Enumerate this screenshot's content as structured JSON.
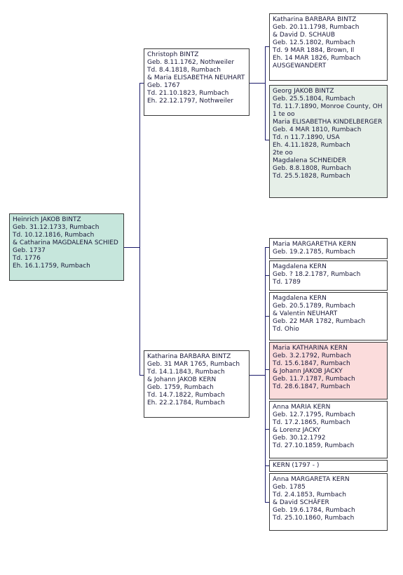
{
  "root": {
    "lines": [
      "Heinrich JAKOB BINTZ",
      "Geb. 31.12.1733, Rumbach",
      "Td. 10.12.1816, Rumbach",
      "& Catharina MAGDALENA SCHIED",
      "Geb. 1737",
      "Td. 1776",
      "Eh. 16.1.1759, Rumbach"
    ]
  },
  "children": [
    {
      "lines": [
        "Christoph BINTZ",
        "Geb. 8.11.1762, Nothweiler",
        "Td. 8.4.1818, Rumbach",
        "& Maria ELISABETHA NEUHART",
        "Geb. 1767",
        "Td. 21.10.1823, Rumbach",
        "Eh. 22.12.1797, Nothweiler"
      ]
    },
    {
      "lines": [
        "Katharina BARBARA BINTZ",
        "Geb. 31 MAR 1765, Rumbach",
        "Td. 14.1.1843, Rumbach",
        "& Johann JAKOB KERN",
        "Geb. 1759, Rumbach",
        "Td. 14.7.1822, Rumbach",
        "Eh. 22.2.1784, Rumbach"
      ]
    }
  ],
  "grandchildren_a": [
    {
      "lines": [
        "Katharina BARBARA BINTZ",
        "Geb. 20.11.1798, Rumbach",
        "& David D. SCHAUB",
        "Geb. 12.5.1802, Rumbach",
        "Td. 9 MAR 1884, Brown, Il",
        "Eh. 14 MAR 1826, Rumbach",
        "AUSGEWANDERT"
      ]
    },
    {
      "lines": [
        "Georg JAKOB BINTZ",
        "Geb. 25.5.1804, Rumbach",
        "Td. 11.7.1890, Monroe County, OH",
        "1 te oo",
        "Maria ELISABETHA KINDELBERGER",
        "Geb. 4 MAR 1810, Rumbach",
        "Td. n 11.7.1890, USA",
        "Eh. 4.11.1828, Rumbach",
        "2te oo",
        "Magdalena SCHNEIDER",
        "Geb. 8.8.1808, Rumbach",
        "Td. 25.5.1828, Rumbach"
      ]
    }
  ],
  "grandchildren_b": [
    {
      "lines": [
        "Maria MARGARETHA KERN",
        "Geb. 19.2.1785, Rumbach"
      ]
    },
    {
      "lines": [
        "Magdalena KERN",
        "Geb. ? 18.2.1787, Rumbach",
        "Td. 1789"
      ]
    },
    {
      "lines": [
        "Magdalena KERN",
        "Geb. 20.5.1789, Rumbach",
        "& Valentin NEUHART",
        "Geb. 22 MAR 1782, Rumbach",
        "Td. Ohio"
      ]
    },
    {
      "lines": [
        "Maria KATHARINA KERN",
        "Geb. 3.2.1792, Rumbach",
        "Td. 15.6.1847, Rumbach",
        "& Johann JAKOB JACKY",
        "Geb. 11.7.1787, Rumbach",
        "Td. 28.6.1847, Rumbach"
      ]
    },
    {
      "lines": [
        "Anna MARIA KERN",
        "Geb. 12.7.1795, Rumbach",
        "Td. 17.2.1865, Rumbach",
        "& Lorenz JACKY",
        "Geb. 30.12.1792",
        "Td. 27.10.1859, Rumbach"
      ]
    },
    {
      "lines": [
        "KERN (1797 - )"
      ]
    },
    {
      "lines": [
        "Anna MARGARETA KERN",
        "Geb. 1785",
        "Td. 2.4.1853, Rumbach",
        "& David SCHÄFER",
        "Geb. 19.6.1784, Rumbach",
        "Td. 25.10.1860, Rumbach"
      ]
    }
  ]
}
